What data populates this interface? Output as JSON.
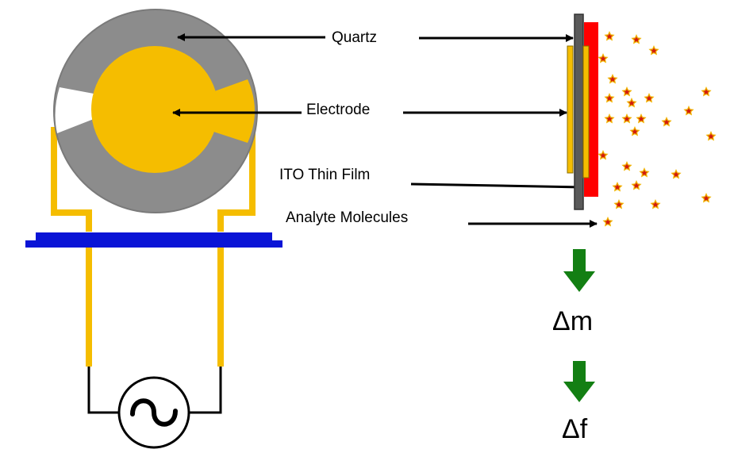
{
  "labels": {
    "quartz": "Quartz",
    "electrode": "Electrode",
    "ito_thin_film": "ITO Thin Film",
    "analyte_molecules": "Analyte Molecules"
  },
  "outputs": {
    "mass_change": "Δm",
    "frequency_change": "Δf"
  },
  "colors": {
    "quartz": "#8c8c8c",
    "electrode": "#f5bd00",
    "support": "#0a14d6",
    "film": "#ff0000",
    "plate": "#5a5a5a",
    "arrow_green": "#137f13",
    "molecule": "#d21c0f",
    "molecule_outline": "#f2b400",
    "wire": "#000000"
  },
  "icons": {
    "ac_source": "sine-wave-symbol",
    "molecule": "star-shape",
    "down_arrow": "down-arrow-icon"
  }
}
